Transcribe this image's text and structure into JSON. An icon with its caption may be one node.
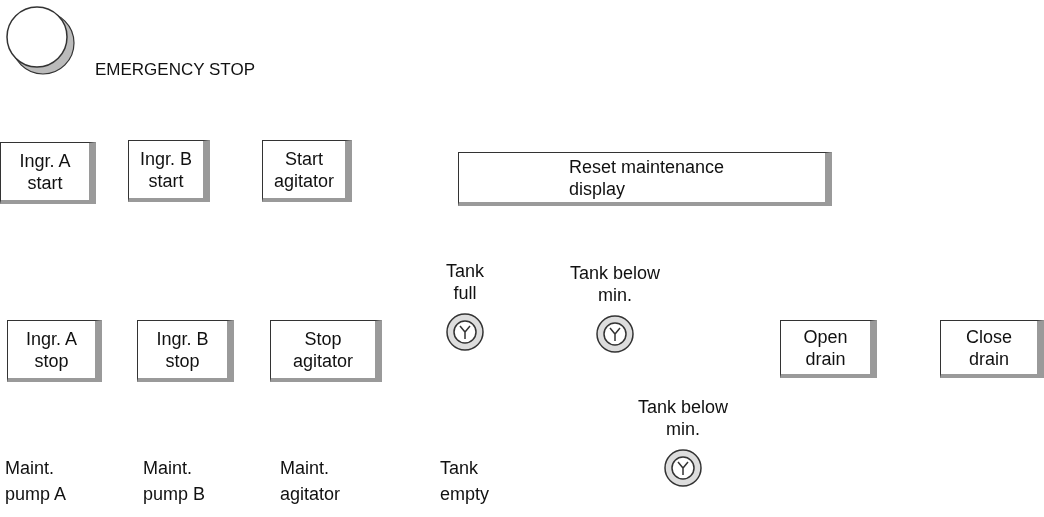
{
  "diagram": {
    "nodes": [
      {
        "text": [],
        "shape": "circle",
        "beside": [
          "EMERGENCY STOP"
        ]
      },
      {
        "text": [
          "Ingr. A start"
        ]
      },
      {
        "text": [
          "Ingr. B start"
        ]
      },
      {
        "text": [
          "Start agitator"
        ]
      },
      {
        "text": [
          "Reset maintenance display"
        ]
      },
      {
        "text": [
          "Tank full"
        ]
      },
      {
        "text": [
          "Tank below min."
        ]
      },
      {
        "text": [
          "Ingr. A stop"
        ]
      },
      {
        "text": [
          "Ingr. B stop"
        ]
      },
      {
        "text": [
          "Stop agitator"
        ]
      },
      {
        "text": [
          "Open drain"
        ]
      },
      {
        "text": [
          "Close drain"
        ]
      },
      {
        "text": [
          "Tank below min."
        ]
      }
    ],
    "labels": [
      "Maint. pump A",
      "Maint. pump B",
      "Maint. agitator",
      "Tank empty"
    ]
  }
}
